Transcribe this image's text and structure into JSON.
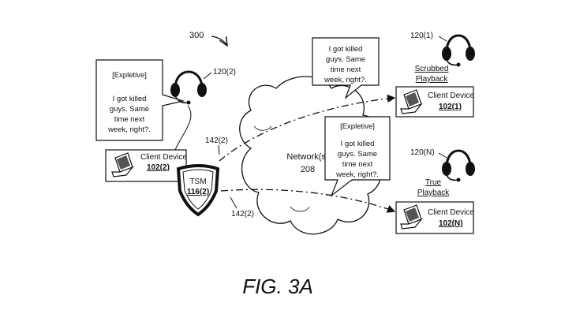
{
  "figure": {
    "ref": "300",
    "caption": "FIG. 3A"
  },
  "network": {
    "title": "Network(s)",
    "ref": "208"
  },
  "tsm": {
    "label": "TSM",
    "ref": "116(2)"
  },
  "links": {
    "upper": "142(2)",
    "lower": "142(2)"
  },
  "sender": {
    "device_label": "Client Device",
    "device_ref": "102(2)",
    "headset_ref": "120(2)",
    "bubble": [
      "[Expletive]",
      "",
      "I got killed",
      "guys. Same",
      "time next",
      "week, right?."
    ]
  },
  "bubble_scrubbed": [
    "I got killed",
    "guys. Same",
    "time next",
    "week, right?."
  ],
  "bubble_true": [
    "[Expletive]",
    "",
    "I got killed",
    "guys. Same",
    "time next",
    "week, right?."
  ],
  "receiver_1": {
    "headset_ref": "120(1)",
    "playback": [
      "Scrubbed",
      "Playback"
    ],
    "device_label": "Client Device",
    "device_ref": "102(1)"
  },
  "receiver_n": {
    "headset_ref": "120(N)",
    "playback": [
      "True",
      "Playback"
    ],
    "device_label": "Client Device",
    "device_ref": "102(N)"
  }
}
